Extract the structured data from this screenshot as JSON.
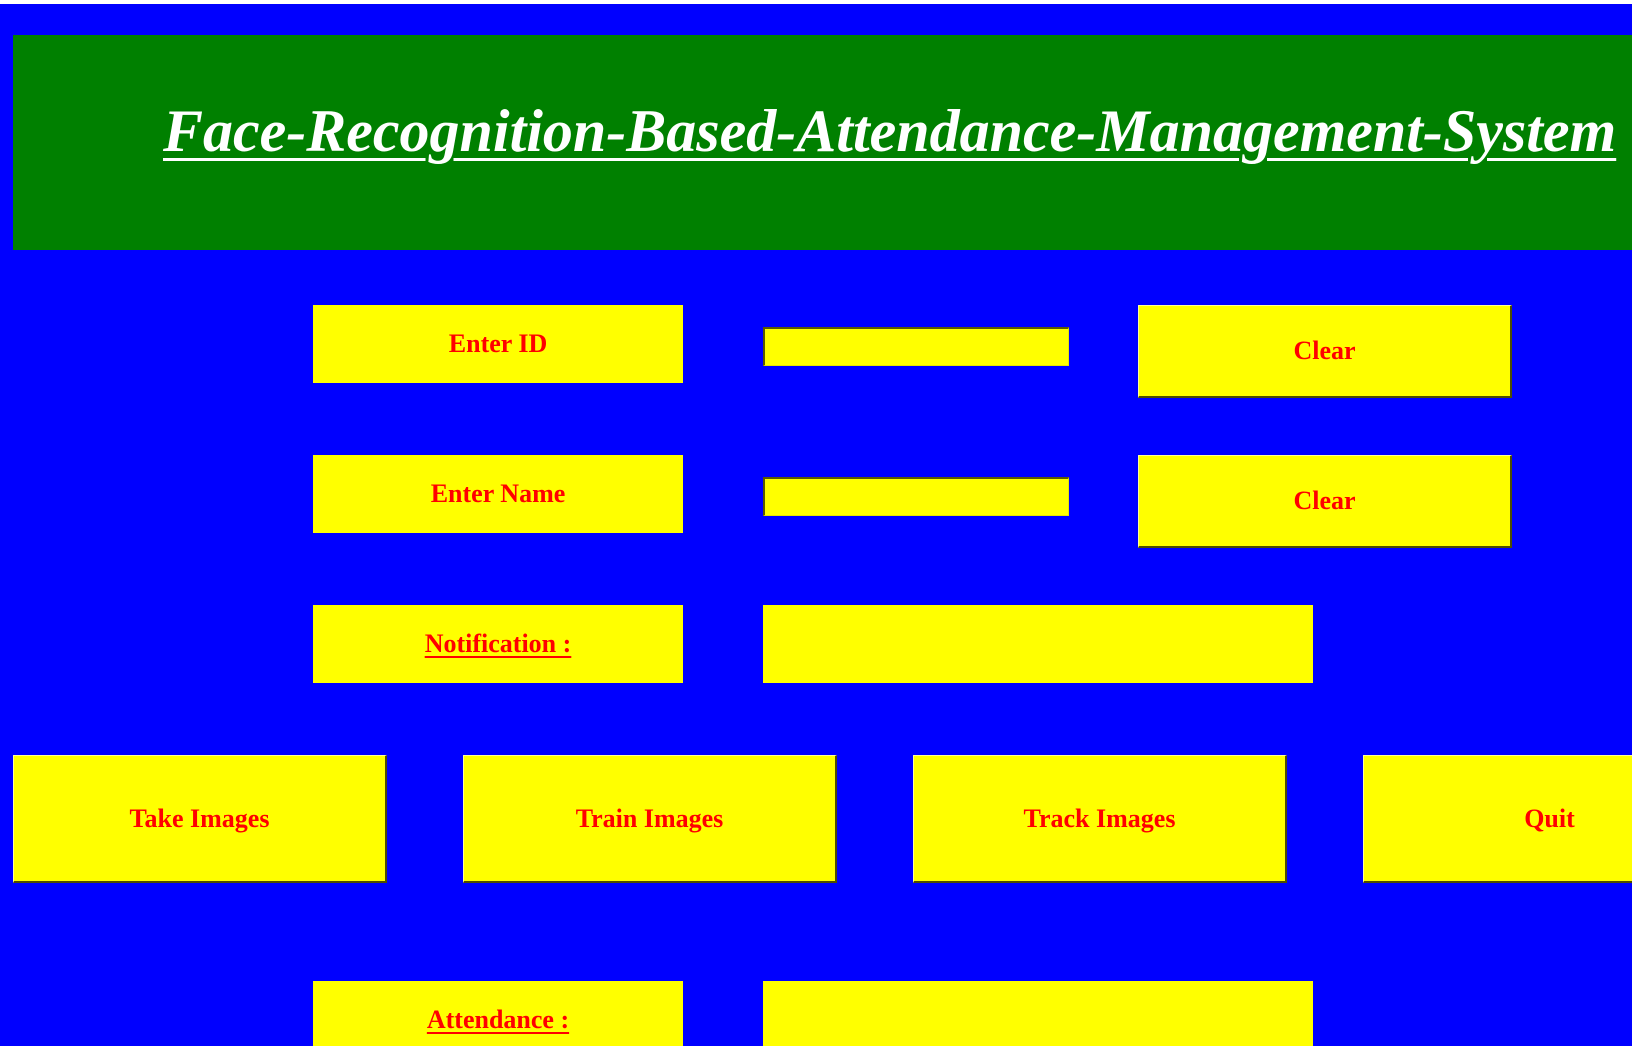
{
  "title": "Face-Recognition-Based-Attendance-Management-System",
  "colors": {
    "window_background": "#0000ff",
    "title_banner": "#008000",
    "title_text": "#ffffff",
    "widget_background": "#ffff00",
    "widget_text": "#ff0000"
  },
  "form": {
    "id_label": "Enter ID",
    "id_value": "",
    "id_clear_label": "Clear",
    "name_label": "Enter Name",
    "name_value": "",
    "name_clear_label": "Clear",
    "notification_label": "Notification :",
    "notification_message": ""
  },
  "actions": {
    "take_images_label": "Take Images",
    "train_images_label": "Train Images",
    "track_images_label": "Track Images",
    "quit_label": "Quit"
  },
  "attendance": {
    "label": "Attendance :",
    "message": ""
  }
}
